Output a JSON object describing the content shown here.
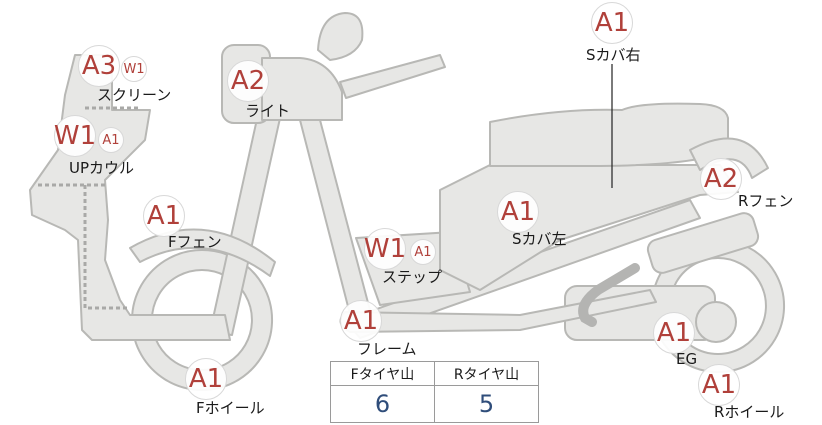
{
  "parts": {
    "s_cover_right": {
      "label": "Sカバ右",
      "badges": [
        "A1"
      ]
    },
    "screen": {
      "label": "スクリーン",
      "badges": [
        "A3",
        "W1"
      ]
    },
    "light": {
      "label": "ライト",
      "badges": [
        "A2"
      ]
    },
    "up_cowl": {
      "label": "UPカウル",
      "badges": [
        "W1",
        "A1"
      ]
    },
    "r_fender": {
      "label": "Rフェン",
      "badges": [
        "A2"
      ]
    },
    "f_fender": {
      "label": "Fフェン",
      "badges": [
        "A1"
      ]
    },
    "s_cover_left": {
      "label": "Sカバ左",
      "badges": [
        "A1"
      ]
    },
    "step": {
      "label": "ステップ",
      "badges": [
        "W1",
        "A1"
      ]
    },
    "frame": {
      "label": "フレーム",
      "badges": [
        "A1"
      ]
    },
    "engine": {
      "label": "EG",
      "badges": [
        "A1"
      ]
    },
    "f_wheel": {
      "label": "Fホイール",
      "badges": [
        "A1"
      ]
    },
    "r_wheel": {
      "label": "Rホイール",
      "badges": [
        "A1"
      ]
    }
  },
  "tread": {
    "front_header": "Fタイヤ山",
    "rear_header": "Rタイヤ山",
    "front_value": "6",
    "rear_value": "5"
  },
  "colors": {
    "badge_text": "#b0403a",
    "value_text": "#2f4d7a",
    "part_fill": "#e7e7e5",
    "part_stroke": "#b8b8b5"
  }
}
